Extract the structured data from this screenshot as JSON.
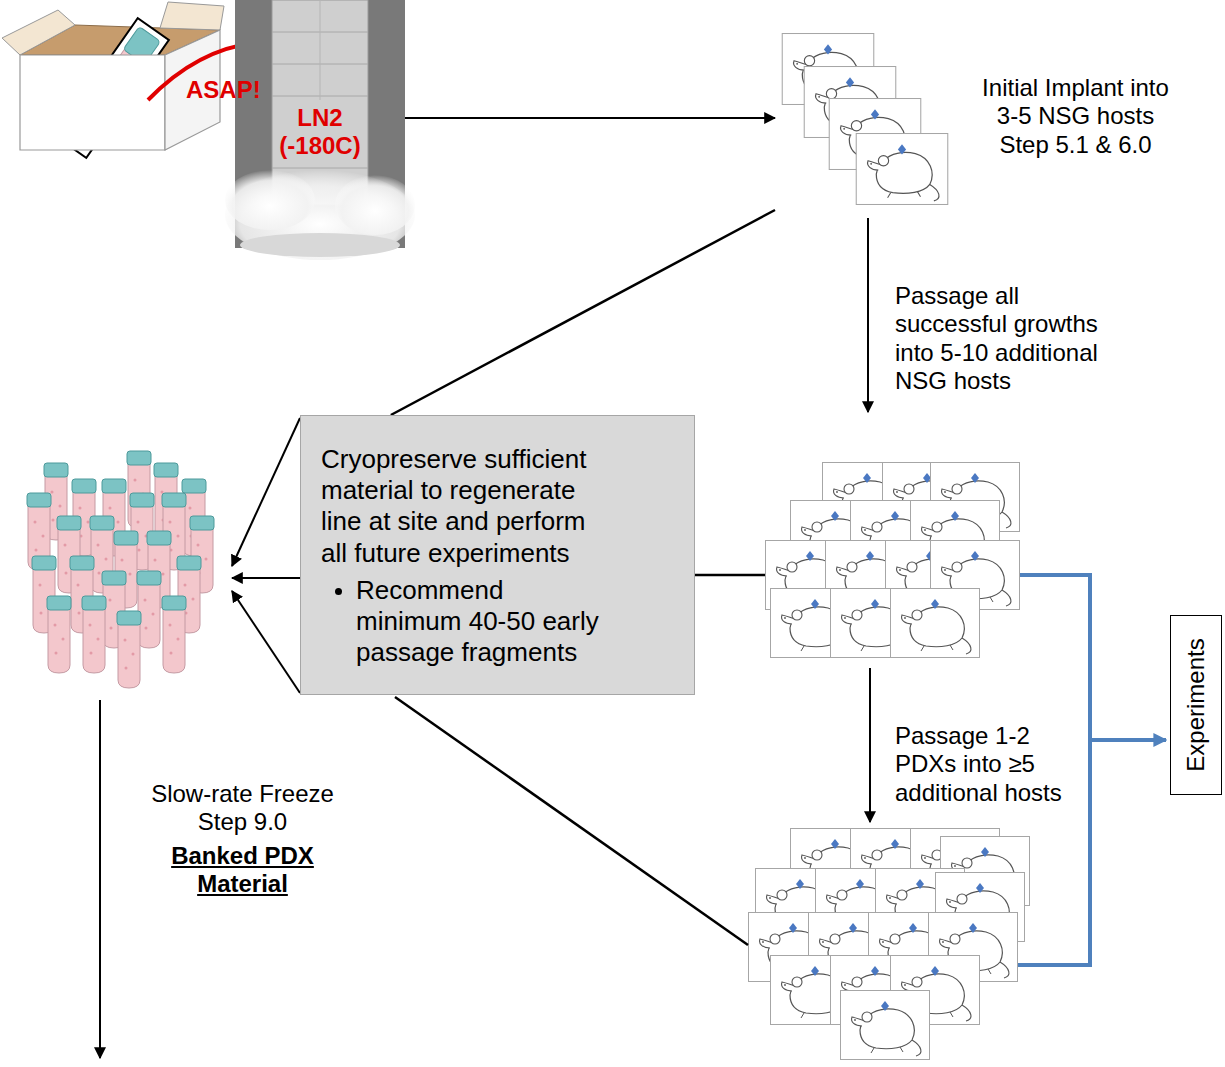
{
  "diagram": {
    "nodes": [
      {
        "text": [
          "LN2 (-180C)"
        ]
      },
      {
        "text": [
          "Initial Implant into 3-5 NSG hosts Step 5.1 & 6.0"
        ]
      },
      {
        "text": [
          "Cryopreserve sufficient material to regenerate line at site and perform all future experiments",
          "Recommend minimum 40-50 early passage fragments"
        ]
      },
      {
        "text": [
          "Experiments"
        ]
      }
    ],
    "edges": [
      {
        "from": 0,
        "to": 1,
        "arrow": "to"
      },
      {
        "from": 1,
        "to": 2,
        "arrow": "none"
      }
    ],
    "labels": [
      "ASAP!",
      "Passage all successful growths into 5-10 additional NSG hosts",
      "Passage 1-2 PDXs into ≥5 additional hosts",
      "Slow-rate Freeze Step 9.0",
      "Banked PDX Material"
    ]
  }
}
